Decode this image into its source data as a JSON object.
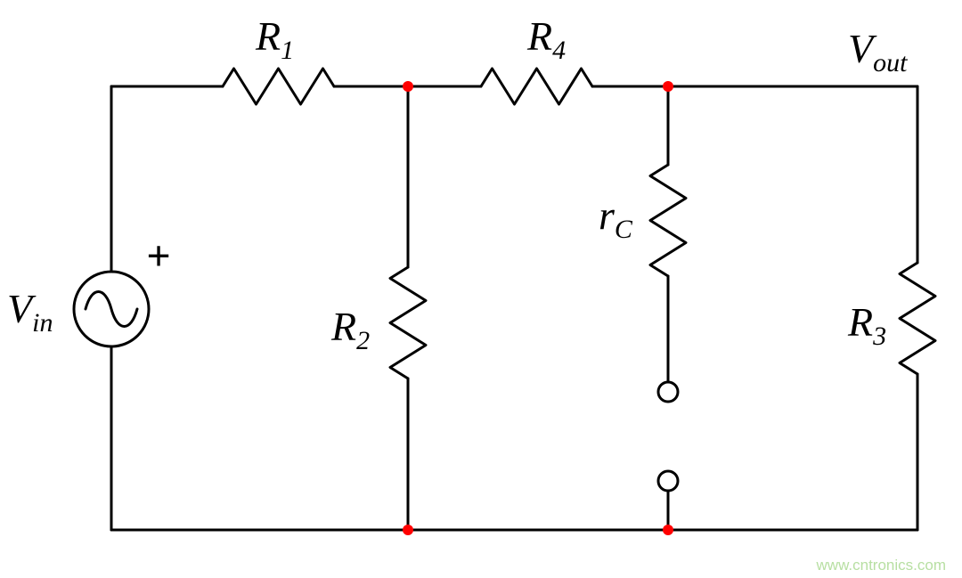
{
  "diagram": {
    "type": "circuit-schematic",
    "labels": {
      "vin": {
        "main": "V",
        "sub": "in"
      },
      "r1": {
        "main": "R",
        "sub": "1"
      },
      "r4": {
        "main": "R",
        "sub": "4"
      },
      "vout": {
        "main": "V",
        "sub": "out"
      },
      "r2": {
        "main": "R",
        "sub": "2"
      },
      "rc": {
        "main": "r",
        "sub": "C"
      },
      "r3": {
        "main": "R",
        "sub": "3"
      },
      "plus": "+"
    },
    "components": {
      "source": "AC voltage source",
      "resistors": [
        "R1",
        "R2",
        "R3",
        "R4",
        "rC"
      ],
      "open_terminals": 2,
      "junction_nodes": 4
    },
    "watermark": "www.cntronics.com",
    "colors": {
      "wire": "#000000",
      "node": "#ff0000",
      "watermark": "#b7dfa2",
      "background": "#ffffff"
    }
  }
}
